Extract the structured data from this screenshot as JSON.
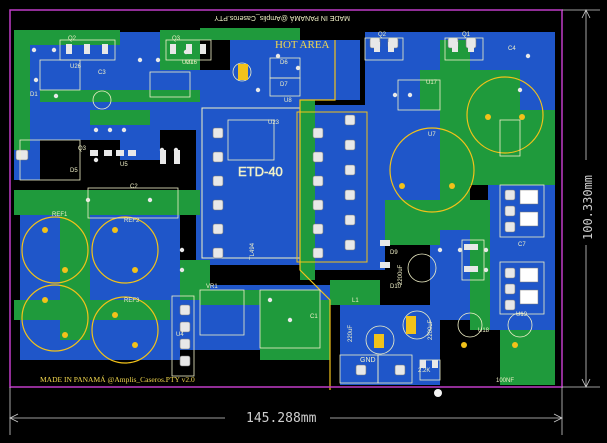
{
  "board": {
    "colors": {
      "background": "#000000",
      "copper_bottom": "#1f56c9",
      "copper_top": "#1f9a3c",
      "pad_gold": "#f2c21a",
      "silkscreen": "#f1f1c8",
      "outline": "#c03cc8"
    },
    "texts": {
      "hot_area": "HOT AREA",
      "made_in_top": "MADE IN PANAMÁ @Amplis_Caseros.PTY",
      "made_in_bottom": "MADE IN PANAMÁ @Amplis_Caseros.PTY v2.0",
      "transformer": "ETD-40",
      "gnd_label": "GND",
      "cap_label_1": "2200uF",
      "cap_label_2": "2200uF",
      "cap_label_3": "220uF",
      "res_label": "2.2K",
      "nf_label": "100NF",
      "tl_label": "TL494"
    },
    "dimensions": {
      "width": "145.288mm",
      "height": "100.330mm"
    },
    "designators": {
      "q2_top": "Q2",
      "q3_top": "Q3",
      "q2_right": "Q2",
      "q1_right": "Q1",
      "u26": "U26",
      "u27": "U27",
      "c3": "C3",
      "d1": "D1",
      "d6": "D6",
      "d7": "D7",
      "u8": "U8",
      "u5": "U5",
      "d5": "D5",
      "q3": "Q3",
      "c2": "C2",
      "ref1": "REF1",
      "ref2": "REF2",
      "ref3": "REF3",
      "u23": "U23",
      "u17": "U17",
      "u7": "U7",
      "c4": "C4",
      "c7": "C7",
      "u19": "U19",
      "u18": "U18",
      "vr1": "VR1",
      "u4": "U4",
      "ic2": "C1",
      "d9": "D9",
      "d10": "D10",
      "l1": "L1",
      "u16": "U16"
    }
  }
}
